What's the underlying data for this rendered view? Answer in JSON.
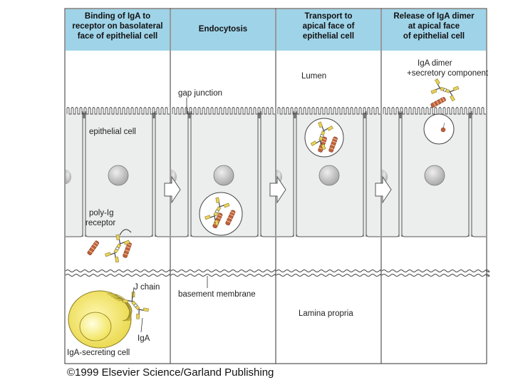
{
  "panels": [
    {
      "title_lines": [
        "Binding of IgA to",
        "receptor on basolateral",
        "face of epithelial cell"
      ]
    },
    {
      "title_lines": [
        "Endocytosis"
      ]
    },
    {
      "title_lines": [
        "Transport to",
        "apical face of",
        "epithelial cell"
      ]
    },
    {
      "title_lines": [
        "Release of IgA dimer",
        "at apical face",
        "of epithelial cell"
      ]
    }
  ],
  "labels": {
    "epithelial_cell": "epithelial cell",
    "poly_ig_receptor_1": "poly-Ig",
    "poly_ig_receptor_2": "receptor",
    "j_chain": "J chain",
    "iga": "IgA",
    "iga_secreting_cell": "IgA-secreting cell",
    "gap_junction": "gap junction",
    "basement_membrane": "basement membrane",
    "lumen": "Lumen",
    "lamina_propria": "Lamina propria",
    "iga_dimer": "IgA dimer",
    "secretory_component": "+secretory component"
  },
  "copyright": "©1999 Elsevier Science/Garland Publishing",
  "colors": {
    "header_bg": "#9fd3e8",
    "cell_fill": "#eceeee",
    "nucleus": "#c8c8c8",
    "iga_yellow": "#e8d25a",
    "receptor_red": "#c0603a",
    "plasma_cell": "#f1e35a"
  }
}
